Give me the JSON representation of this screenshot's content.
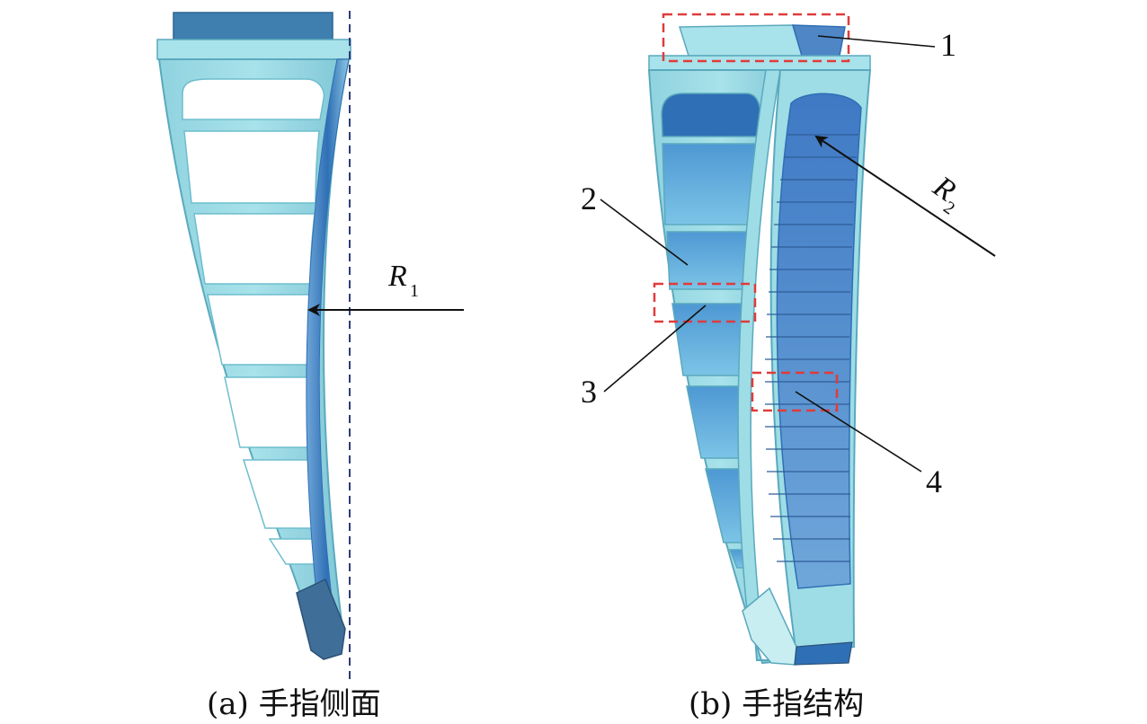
{
  "panel_a": {
    "radius_label": "R",
    "radius_subscript": "1",
    "caption": "(a) 手指侧面"
  },
  "panel_b": {
    "labels": [
      "1",
      "2",
      "3",
      "4"
    ],
    "radius_label": "R",
    "radius_subscript": "2",
    "caption": "(b) 手指结构"
  },
  "colors": {
    "frame_light": "#9EDDE6",
    "frame_mid": "#7CCBDA",
    "frame_edge": "#5BA9BE",
    "curve_blue": "#4F86C6",
    "tip_dark": "#3F6E98",
    "highlight_box": "#E03B3B",
    "dashed_line": "#2E3C7A"
  }
}
